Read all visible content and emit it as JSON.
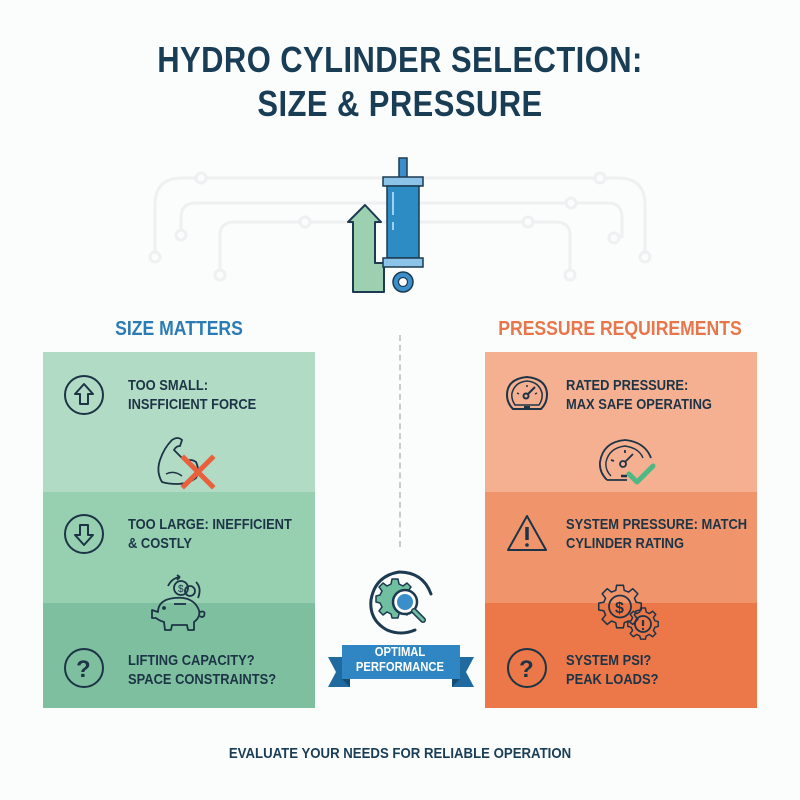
{
  "title": {
    "line1": "HYDRO CYLINDER SELECTION:",
    "line2": "SIZE & PRESSURE"
  },
  "hero": {
    "icon": "hydraulic-cylinder-icon",
    "arrow_icon": "up-arrow-icon"
  },
  "left_panel": {
    "heading": "SIZE MATTERS",
    "color": "#2b7bb4",
    "items": [
      {
        "icon": "up-arrow-circle-icon",
        "line1": "TOO SMALL:",
        "line2": "INSFFICIENT FORCE",
        "illustration": "flexed-arm-x-icon"
      },
      {
        "icon": "down-arrow-circle-icon",
        "line1": "TOO LARGE: INEFFICIENT",
        "line2": "& COSTLY",
        "illustration": "piggy-bank-coins-icon"
      },
      {
        "icon": "question-circle-icon",
        "line1": "LIFTING CAPACITY?",
        "line2": "SPACE CONSTRAINTS?"
      }
    ],
    "section_colors": [
      "#b2dbc5",
      "#97cfb1",
      "#7ebf9f"
    ]
  },
  "right_panel": {
    "heading": "PRESSURE REQUIREMENTS",
    "color": "#e9764a",
    "items": [
      {
        "icon": "pressure-gauge-icon",
        "line1": "RATED PRESSURE:",
        "line2": "MAX SAFE OPERATING",
        "illustration": "gauge-check-icon"
      },
      {
        "icon": "warning-triangle-icon",
        "line1": "SYSTEM PRESSURE: MATCH",
        "line2": "CYLINDER RATING",
        "illustration": "gears-dollar-alert-icon"
      },
      {
        "icon": "question-circle-icon",
        "line1": "SYSTEM PSI?",
        "line2": "PEAK LOADS?"
      }
    ],
    "section_colors": [
      "#f4b090",
      "#f0946c",
      "#ec7748"
    ]
  },
  "center_badge": {
    "icon": "gear-magnifier-icon",
    "line1": "OPTIMAL",
    "line2": "PERFORMANCE",
    "ribbon_color": "#2f86c2"
  },
  "footer": {
    "text": "EVALUATE YOUR NEEDS FOR RELIABLE OPERATION"
  }
}
